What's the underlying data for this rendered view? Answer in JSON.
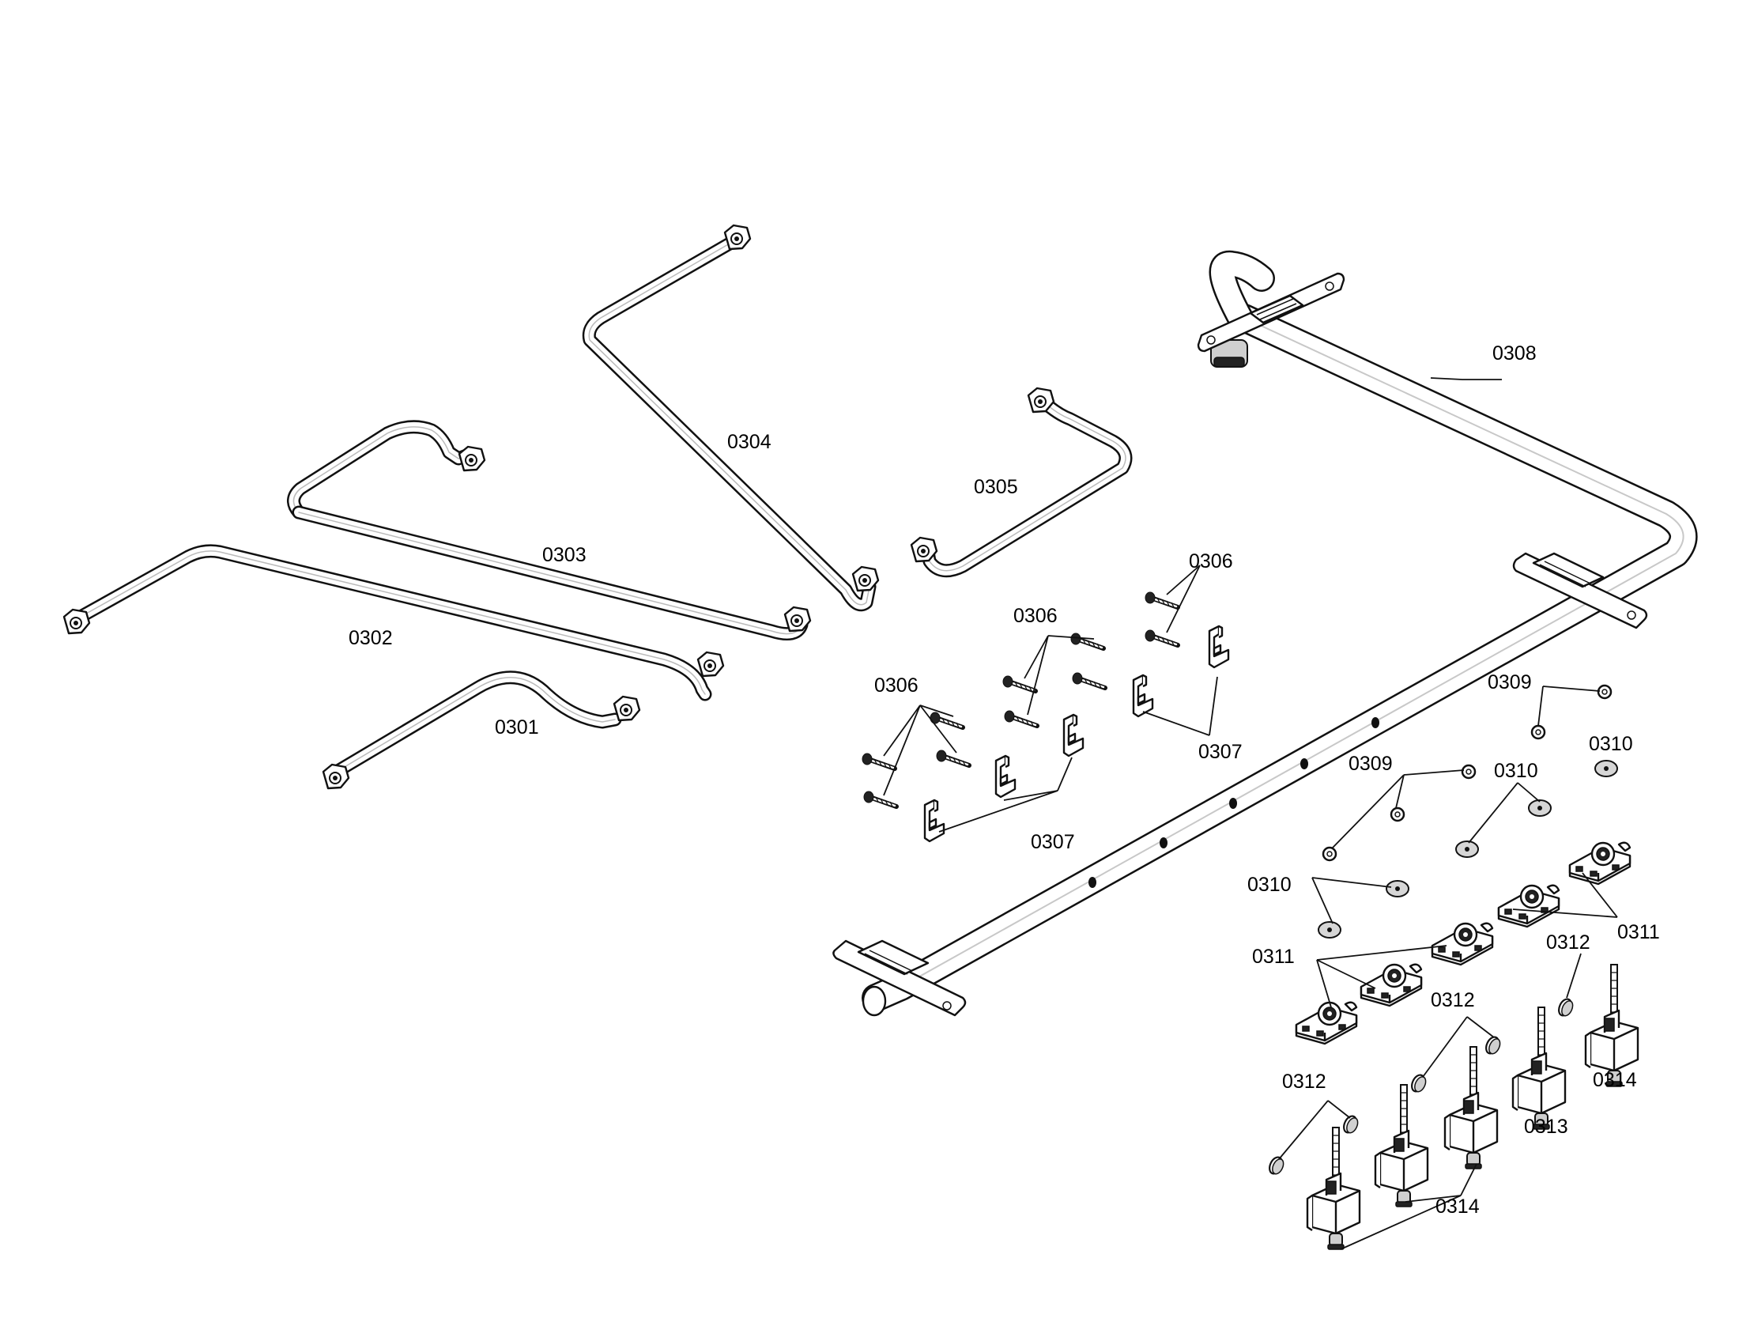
{
  "callouts": {
    "c0301": "0301",
    "c0302": "0302",
    "c0303": "0303",
    "c0304": "0304",
    "c0305": "0305",
    "c0306a": "0306",
    "c0306b": "0306",
    "c0306c": "0306",
    "c0307a": "0307",
    "c0307b": "0307",
    "c0308": "0308",
    "c0309a": "0309",
    "c0309b": "0309",
    "c0310a": "0310",
    "c0310b": "0310",
    "c0310c": "0310",
    "c0311a": "0311",
    "c0311b": "0311",
    "c0312a": "0312",
    "c0312b": "0312",
    "c0312c": "0312",
    "c0313": "0313",
    "c0314a": "0314",
    "c0314b": "0314"
  }
}
